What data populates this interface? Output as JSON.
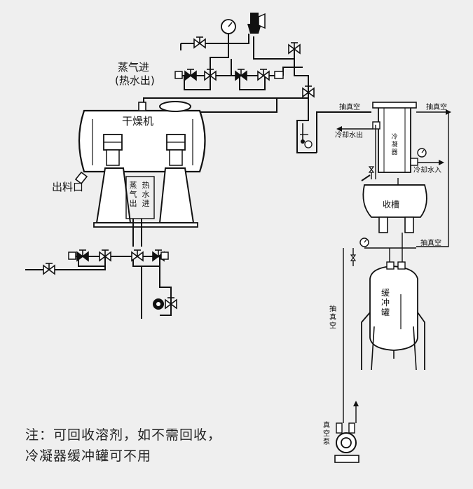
{
  "labels": {
    "steam_in": "蒸气进",
    "hot_water_out": "(热水出)",
    "dryer": "干燥机",
    "discharge": "出料口",
    "steam_out": "蒸气出",
    "hot_water_in": "热水进",
    "vacuum_1": "抽真空",
    "vacuum_2": "抽真空",
    "vacuum_3": "抽真空",
    "vacuum_4": "抽真空",
    "cooling_water_out": "冷却水出",
    "cooling_water_in": "冷却水入",
    "condenser": "冷凝器",
    "collector": "收槽",
    "buffer_tank": "缓冲罐",
    "vacuum_pump": "真空泵"
  },
  "note": {
    "line1": "注：可回收溶剂，如不需回收，",
    "line2": "冷凝器缓冲罐可不用"
  },
  "colors": {
    "line": "#111111",
    "background": "#efefef"
  }
}
